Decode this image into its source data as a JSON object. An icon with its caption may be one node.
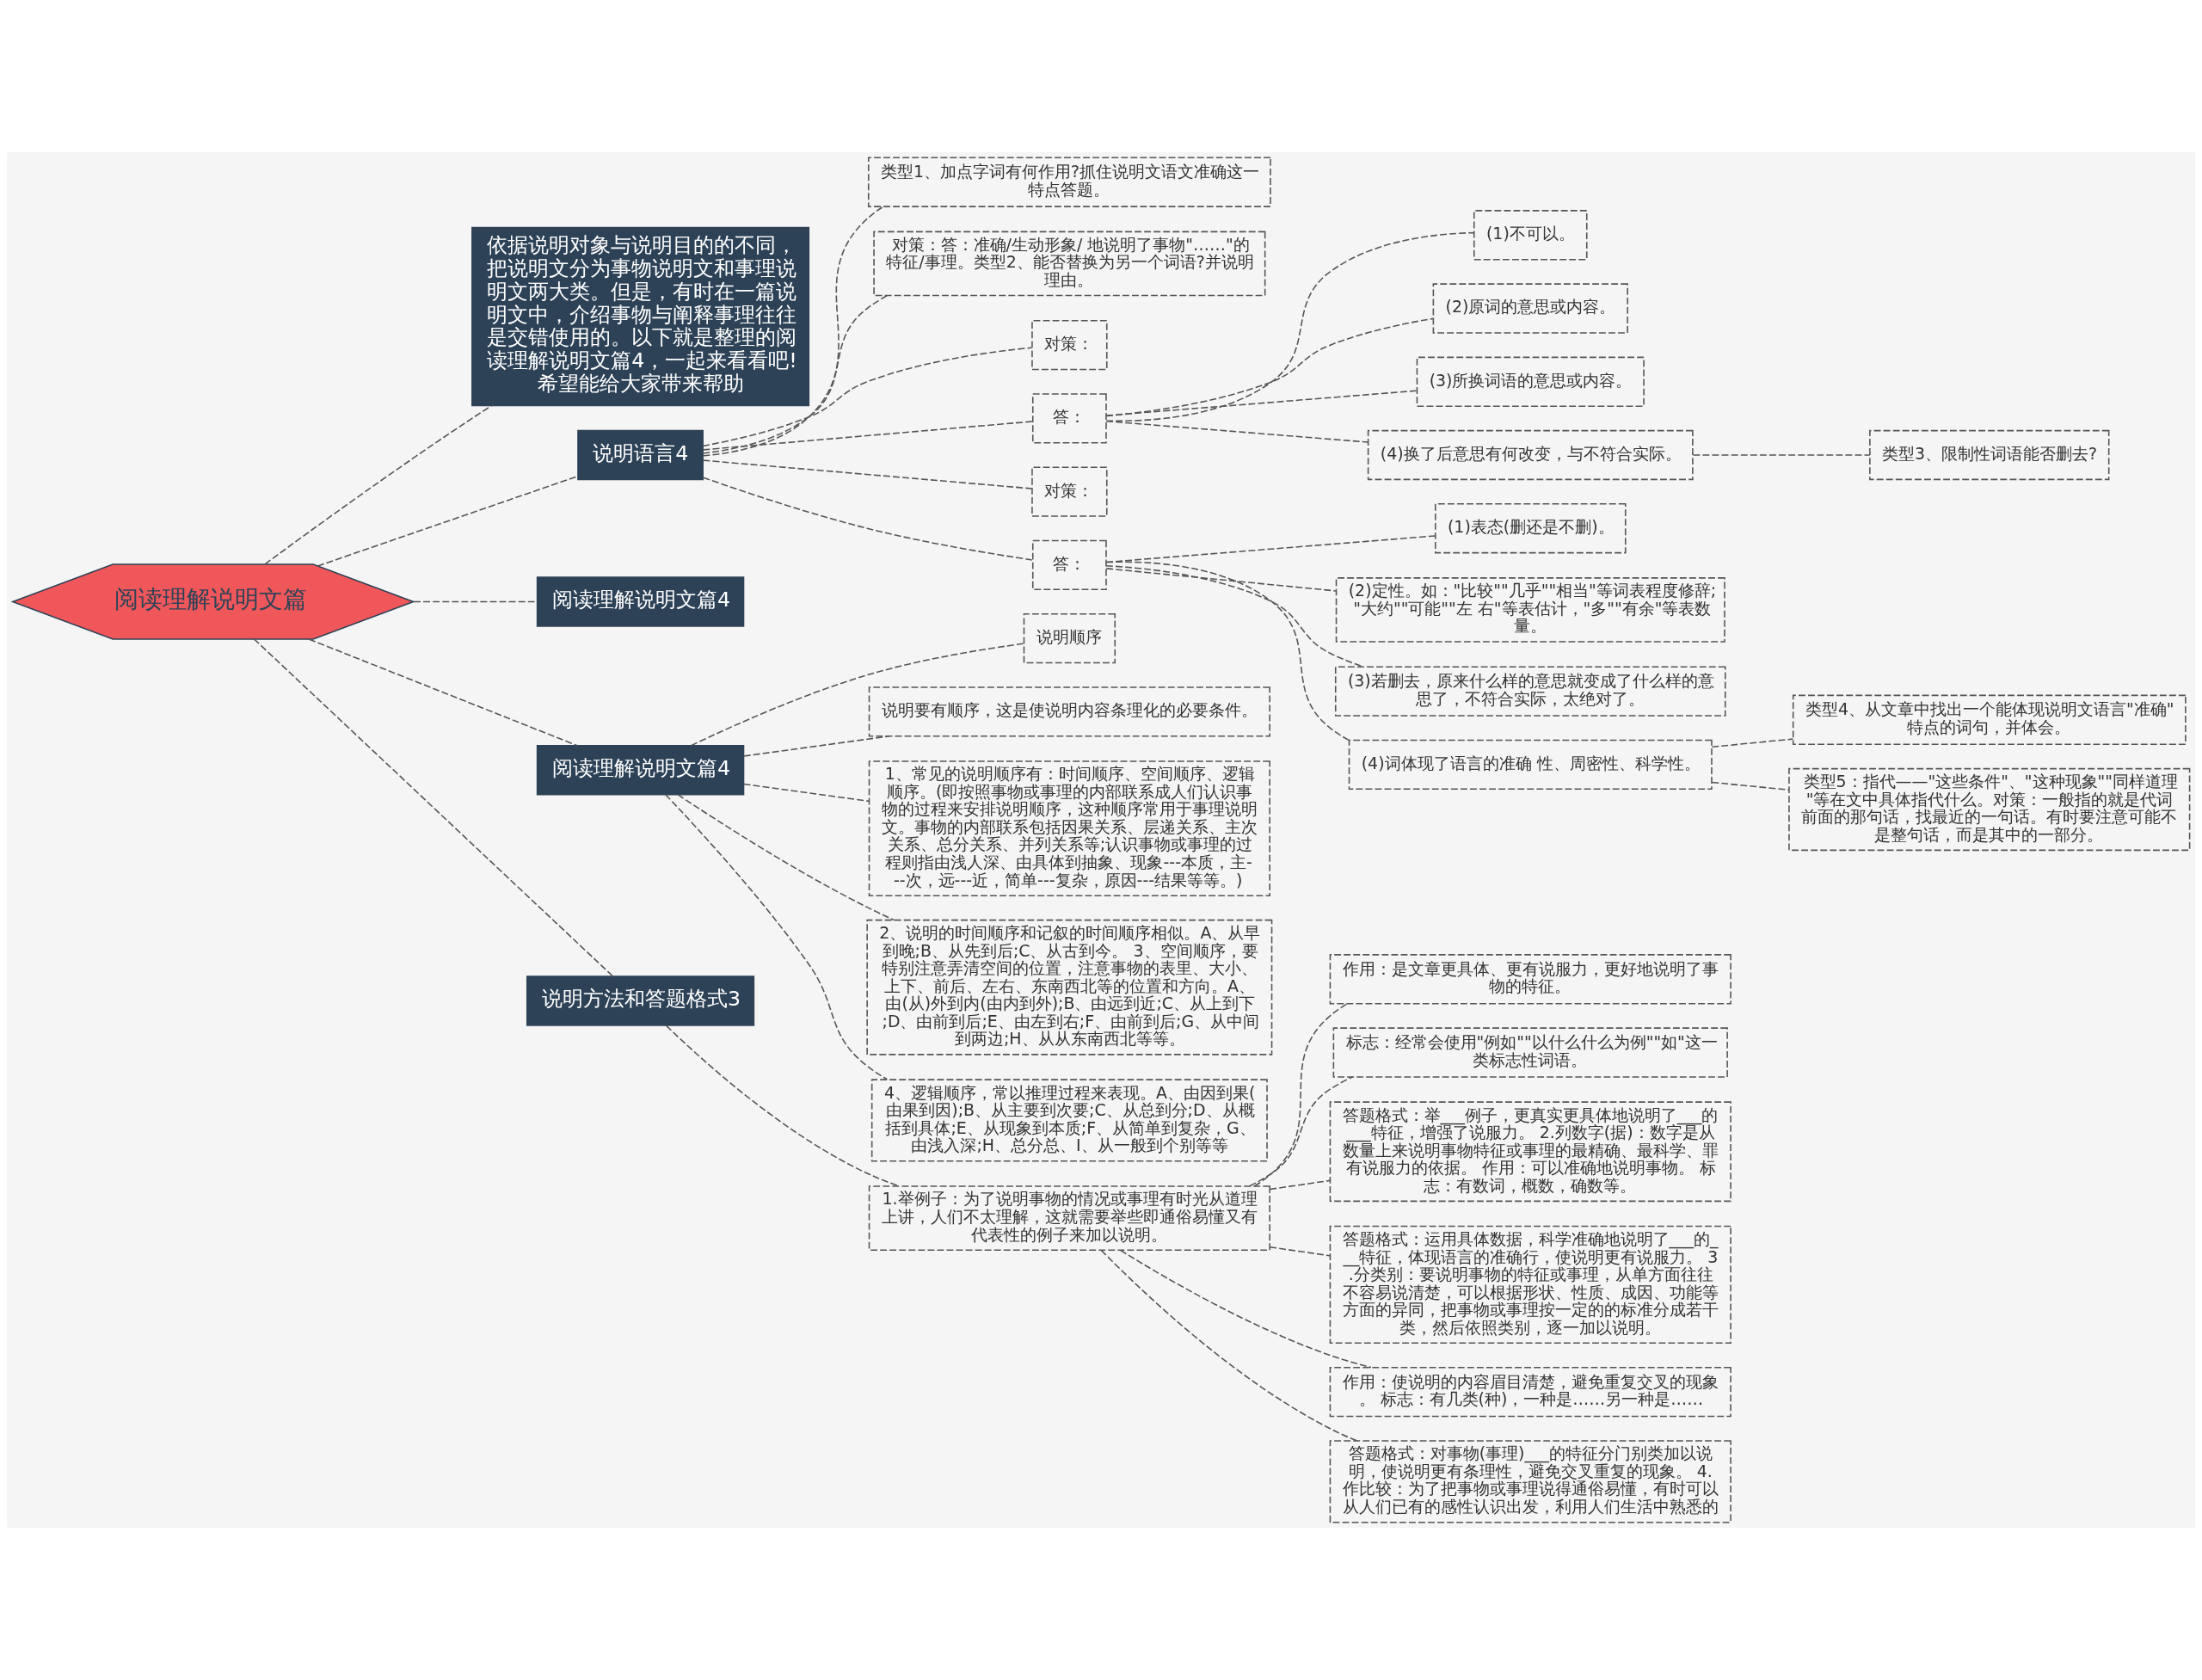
{
  "diagram": {
    "nodes": [
      {
        "text": [
          "阅读理解说明文篇"
        ]
      },
      {
        "text": [
          "依据说明对象与说明目的的不同，把说明文分为事物说明文和事理说明文两大类。但是，有时在一篇说明文中，介绍事物与阐释事理往往是交错使用的。以下就是整理的阅读理解说明文篇4，一起来看看吧!希望能给大家带来帮助"
        ]
      },
      {
        "text": [
          "说明语言4"
        ]
      },
      {
        "text": [
          "类型1、加点字词有何作用?抓住说明文语文准确这一特点答题。"
        ]
      },
      {
        "text": [
          "对策：答：准确/生动形象/ 地说明了事物\"……\"的特征/事理。类型2、能否替换为另一个词语?并说明理由。"
        ]
      },
      {
        "text": [
          "对策："
        ]
      },
      {
        "text": [
          "答："
        ]
      },
      {
        "text": [
          "(1)不可以。"
        ]
      },
      {
        "text": [
          "(2)原词的意思或内容。"
        ]
      },
      {
        "text": [
          "(3)所换词语的意思或内容。"
        ]
      },
      {
        "text": [
          "(4)换了后意思有何改变，与不符合实际。"
        ]
      },
      {
        "text": [
          "类型3、限制性词语能否删去?"
        ]
      },
      {
        "text": [
          "对策："
        ]
      },
      {
        "text": [
          "答："
        ]
      },
      {
        "text": [
          "(1)表态(删还是不删)。"
        ]
      },
      {
        "text": [
          "(2)定性。如：\"比较\"\"几乎\"\"相当\"等词表程度修辞;\"大约\"\"可能\"\"左 右\"等表估计，\"多\"\"有余\"等表数量。"
        ]
      },
      {
        "text": [
          "(3)若删去，原来什么样的意思就变成了什么样的意思了，不符合实际，太绝对了。"
        ]
      },
      {
        "text": [
          "(4)词体现了语言的准确 性、周密性、科学性。"
        ]
      },
      {
        "text": [
          "类型4、从文章中找出一个能体现说明文语言\"准确\"特点的词句，并体会。"
        ]
      },
      {
        "text": [
          "类型5：指代——\"这些条件\"、\"这种现象\"\"同样道理\"等在文中具体指代什么。对策：一般指的就是代词前面的那句话，找最近的一句话。有时要注意可能不是整句话，而是其中的一部分。"
        ]
      },
      {
        "text": [
          "阅读理解说明文篇4"
        ]
      },
      {
        "text": [
          "阅读理解说明文篇4"
        ]
      },
      {
        "text": [
          "说明顺序"
        ]
      },
      {
        "text": [
          "说明要有顺序，这是使说明内容条理化的必要条件。"
        ]
      },
      {
        "text": [
          "1、常见的说明顺序有：时间顺序、空间顺序、逻辑顺序。(即按照事物或事理的内部联系成人们认识事物的过程来安排说明顺序，这种顺序常用于事理说明文。事物的内部联系包括因果关系、层递关系、主次关系、总分关系、并列关系等;认识事物或事理的过程则指由浅人深、由具体到抽象、现象---本质，主---次，远---近，简单---复杂，原因---结果等等。)"
        ]
      },
      {
        "text": [
          "2、说明的时间顺序和记叙的时间顺序相似。A、从早到晚;B、从先到后;C、从古到今。 3、空间顺序，要特别注意弄清空间的位置，注意事物的表里、大小、上下、前后、左右、东南西北等的位置和方向。A、由(从)外到内(由内到外);B、由远到近;C、从上到下;D、由前到后;E、由左到右;F、由前到后;G、从中间到两边;H、从从东南西北等等。"
        ]
      },
      {
        "text": [
          "4、逻辑顺序，常以推理过程来表现。A、由因到果(由果到因);B、从主要到次要;C、从总到分;D、从概括到具体;E、从现象到本质;F、从简单到复杂，G、由浅入深;H、总分总、I、从一般到个别等等"
        ]
      },
      {
        "text": [
          "说明方法和答题格式3"
        ]
      },
      {
        "text": [
          "1.举例子：为了说明事物的情况或事理有时光从道理上讲，人们不太理解，这就需要举些即通俗易懂又有代表性的例子来加以说明。"
        ]
      },
      {
        "text": [
          "作用：是文章更具体、更有说服力，更好地说明了事物的特征。"
        ]
      },
      {
        "text": [
          "标志：经常会使用\"例如\"\"以什么什么为例\"\"如\"这一类标志性词语。"
        ]
      },
      {
        "text": [
          "答题格式：举___例子，更真实更具体地说明了___的___特征，增强了说服力。 2.列数字(据)：数字是从数量上来说明事物特征或事理的最精确、最科学、罪有说服力的依据。 作用：可以准确地说明事物。 标志：有数词，概数，确数等。"
        ]
      },
      {
        "text": [
          "答题格式：运用具体数据，科学准确地说明了___的___特征，体现语言的准确行，使说明更有说服力。 3.分类别：要说明事物的特征或事理，从单方面往往不容易说清楚，可以根据形状、性质、成因、功能等方面的异同，把事物或事理按一定的的标准分成若干类，然后依照类别，逐一加以说明。"
        ]
      },
      {
        "text": [
          "作用：使说明的内容眉目清楚，避免重复交叉的现象。 标志：有几类(种)，一种是……另一种是……"
        ]
      },
      {
        "text": [
          "答题格式：对事物(事理)___的特征分门别类加以说明，使说明更有条理性，避免交叉重复的现象。 4.作比较：为了把事物或事理说得通俗易懂，有时可以从人们已有的感性认识出发，利用人们生活中熟悉的"
        ]
      }
    ],
    "edges": [
      {
        "from": 0,
        "to": 1,
        "arrow": "none",
        "style": "dashed"
      },
      {
        "from": 0,
        "to": 2,
        "arrow": "none",
        "style": "dashed"
      },
      {
        "from": 2,
        "to": 3,
        "arrow": "none",
        "style": "dashed"
      },
      {
        "from": 2,
        "to": 4,
        "arrow": "none",
        "style": "dashed"
      },
      {
        "from": 2,
        "to": 5,
        "arrow": "none",
        "style": "dashed"
      },
      {
        "from": 2,
        "to": 6,
        "arrow": "none",
        "style": "dashed"
      },
      {
        "from": 6,
        "to": 7,
        "arrow": "none",
        "style": "dashed"
      },
      {
        "from": 6,
        "to": 8,
        "arrow": "none",
        "style": "dashed"
      },
      {
        "from": 6,
        "to": 9,
        "arrow": "none",
        "style": "dashed"
      },
      {
        "from": 6,
        "to": 10,
        "arrow": "none",
        "style": "dashed"
      },
      {
        "from": 10,
        "to": 11,
        "arrow": "none",
        "style": "dashed"
      },
      {
        "from": 2,
        "to": 12,
        "arrow": "none",
        "style": "dashed"
      },
      {
        "from": 2,
        "to": 13,
        "arrow": "none",
        "style": "dashed"
      },
      {
        "from": 13,
        "to": 14,
        "arrow": "none",
        "style": "dashed"
      },
      {
        "from": 13,
        "to": 15,
        "arrow": "none",
        "style": "dashed"
      },
      {
        "from": 13,
        "to": 16,
        "arrow": "none",
        "style": "dashed"
      },
      {
        "from": 13,
        "to": 17,
        "arrow": "none",
        "style": "dashed"
      },
      {
        "from": 17,
        "to": 18,
        "arrow": "none",
        "style": "dashed"
      },
      {
        "from": 17,
        "to": 19,
        "arrow": "none",
        "style": "dashed"
      },
      {
        "from": 0,
        "to": 20,
        "arrow": "none",
        "style": "dashed"
      },
      {
        "from": 0,
        "to": 21,
        "arrow": "none",
        "style": "dashed"
      },
      {
        "from": 21,
        "to": 22,
        "arrow": "none",
        "style": "dashed"
      },
      {
        "from": 21,
        "to": 23,
        "arrow": "none",
        "style": "dashed"
      },
      {
        "from": 21,
        "to": 24,
        "arrow": "none",
        "style": "dashed"
      },
      {
        "from": 21,
        "to": 25,
        "arrow": "none",
        "style": "dashed"
      },
      {
        "from": 21,
        "to": 26,
        "arrow": "none",
        "style": "dashed"
      },
      {
        "from": 0,
        "to": 27,
        "arrow": "none",
        "style": "dashed"
      },
      {
        "from": 27,
        "to": 28,
        "arrow": "none",
        "style": "dashed"
      },
      {
        "from": 28,
        "to": 29,
        "arrow": "none",
        "style": "dashed"
      },
      {
        "from": 28,
        "to": 30,
        "arrow": "none",
        "style": "dashed"
      },
      {
        "from": 28,
        "to": 31,
        "arrow": "none",
        "style": "dashed"
      },
      {
        "from": 28,
        "to": 32,
        "arrow": "none",
        "style": "dashed"
      },
      {
        "from": 28,
        "to": 33,
        "arrow": "none",
        "style": "dashed"
      },
      {
        "from": 28,
        "to": 34,
        "arrow": "none",
        "style": "dashed"
      }
    ]
  }
}
